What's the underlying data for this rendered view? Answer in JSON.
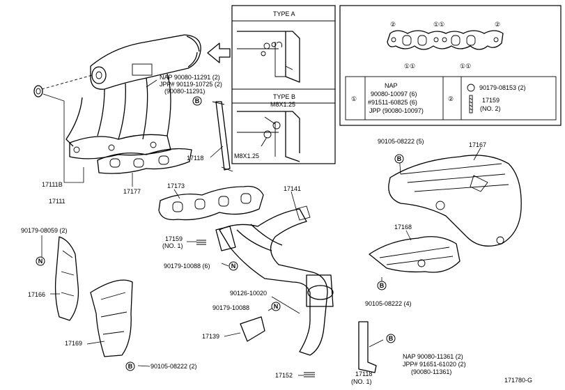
{
  "type_a": {
    "title": "TYPE A"
  },
  "type_b": {
    "title": "TYPE B",
    "bolt_top": "M8X1.25",
    "bolt_bottom": "M8X1.25"
  },
  "legend": {
    "circle1": "①",
    "circle2": "②",
    "marks_top": [
      "②",
      "①①",
      "②"
    ],
    "marks_bottom": [
      "①①",
      "①①"
    ],
    "row1_symbol": "①",
    "row1_line1": "NAP",
    "row1_line2": "90080-10097 (6)",
    "row1_line3": "#91511-60825 (6)",
    "row1_line4": "JPP  (90080-10097)",
    "row2_symbol": "②",
    "row2_line1": "90179-08153 (2)",
    "row2_line2": "17159",
    "row2_line3": "(NO. 2)"
  },
  "callouts": {
    "manifold_note": [
      "NAP  90080-11291 (2)",
      "JPP# 90119-10725 (2)",
      "(90080-11291)"
    ],
    "p17111B": "17111B",
    "p17111": "17111",
    "p17177": "17177",
    "p17118_top": "17118",
    "p17173": "17173",
    "p17141": "17141",
    "p17167": "17167",
    "p90105_top": "90105-08222 (5)",
    "p90179_08059": "90179-08059 (2)",
    "p17159_no1": [
      "17159",
      "(NO. 1)"
    ],
    "p90179_10088_a": "90179-10088 (6)",
    "p17166": "17166",
    "p17169": "17169",
    "p90105_bot": "90105-08222 (2)",
    "p90126": "90126-10020",
    "p90179_10088_b": "90179-10088",
    "p17139": "17139",
    "p17152": "17152",
    "p17168": "17168",
    "p90105_mid": "90105-08222 (4)",
    "p17118_bot": [
      "17118",
      "(NO. 1)"
    ],
    "bottom_note": [
      "NAP   90080-11361 (2)",
      "JPP# 91651-61020 (2)",
      "(90080-11361)"
    ],
    "ref_code": "171780-G"
  },
  "markers": {
    "B": "B",
    "N": "N"
  }
}
